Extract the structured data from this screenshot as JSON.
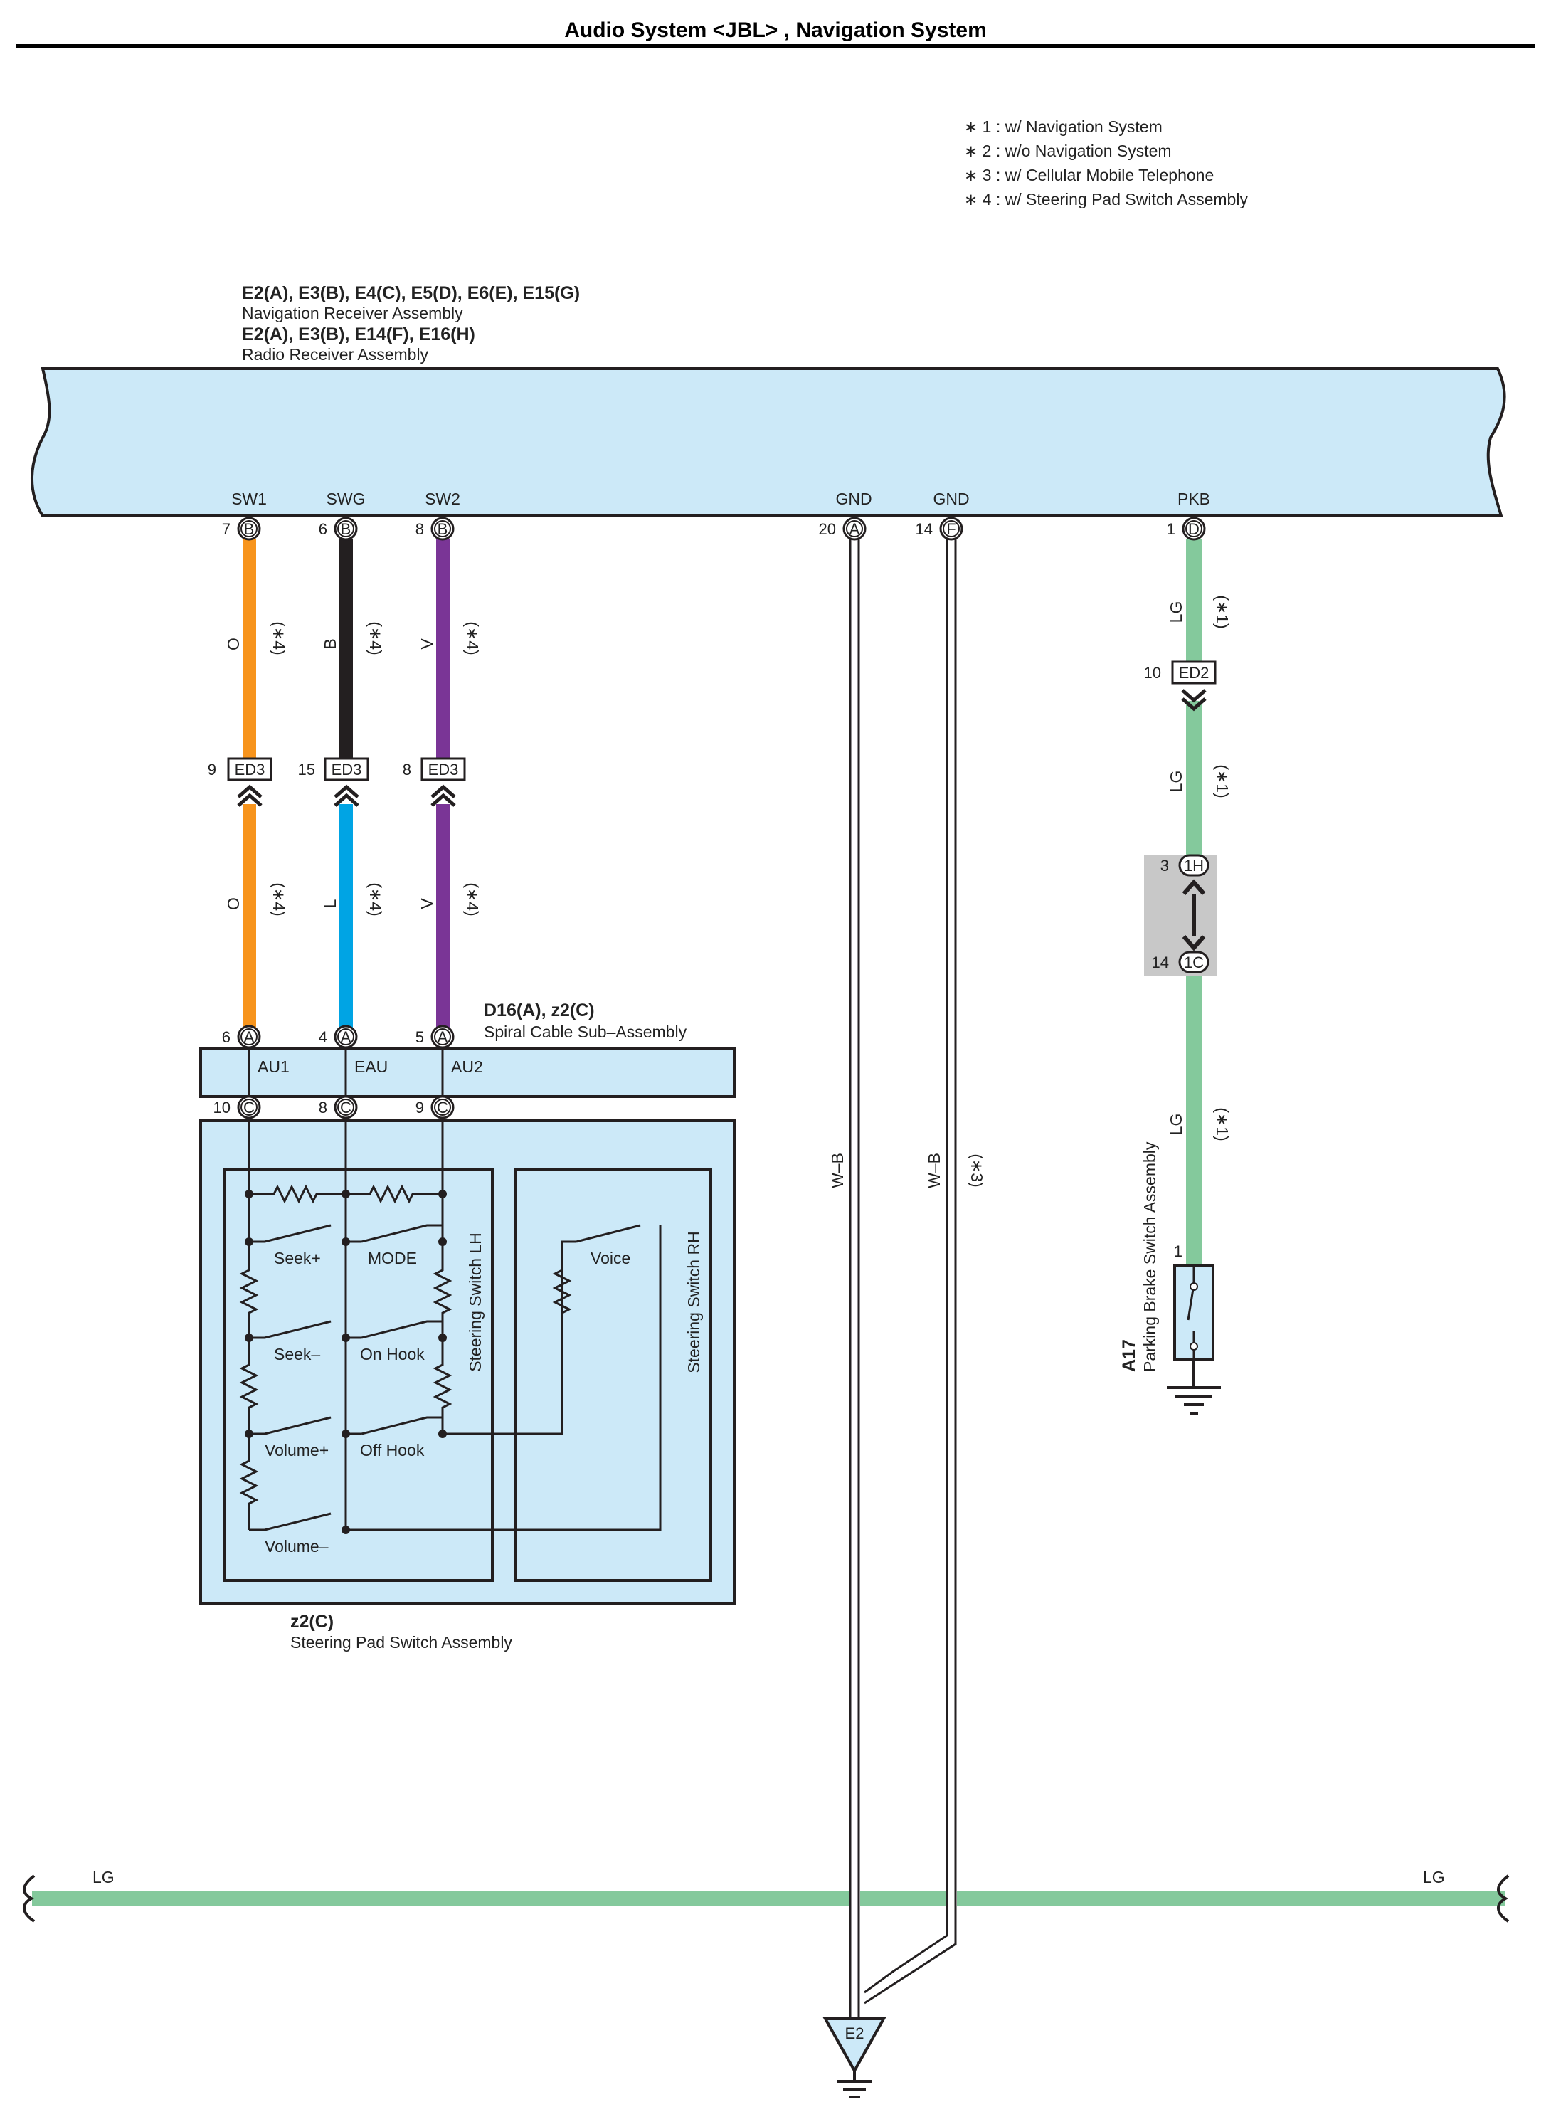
{
  "title": "Audio System <JBL> , Navigation System",
  "notes": [
    "∗ 1 : w/ Navigation System",
    "∗ 2 : w/o Navigation System",
    "∗ 3 : w/ Cellular Mobile Telephone",
    "∗ 4 : w/ Steering Pad Switch Assembly"
  ],
  "receiver": {
    "line1_code": "E2(A), E3(B), E4(C), E5(D), E6(E), E15(G)",
    "line1_name": "Navigation Receiver Assembly",
    "line2_code": "E2(A), E3(B), E14(F), E16(H)",
    "line2_name": "Radio Receiver Assembly",
    "terminals": [
      {
        "name": "SW1",
        "pin": "7",
        "letter": "B"
      },
      {
        "name": "SWG",
        "pin": "6",
        "letter": "B"
      },
      {
        "name": "SW2",
        "pin": "8",
        "letter": "B"
      },
      {
        "name": "GND",
        "pin": "20",
        "letter": "A"
      },
      {
        "name": "GND",
        "pin": "14",
        "letter": "F"
      },
      {
        "name": "PKB",
        "pin": "1",
        "letter": "D"
      }
    ]
  },
  "wires": {
    "sw1_upper": "O",
    "swg_upper": "B",
    "sw2_upper": "V",
    "sw1_lower": "O",
    "swg_lower": "L",
    "sw2_lower": "V",
    "note4": "(∗4)",
    "gnd1": "W–B",
    "gnd2": "W–B",
    "gnd2_note": "(∗3)",
    "pkb_1": "LG",
    "pkb_2": "LG",
    "pkb_3": "LG",
    "note1": "(∗1)",
    "bus_left": "LG",
    "bus_right": "LG"
  },
  "connectors": {
    "ed3": [
      {
        "pin": "9",
        "name": "ED3"
      },
      {
        "pin": "15",
        "name": "ED3"
      },
      {
        "pin": "8",
        "name": "ED3"
      }
    ],
    "ed2": {
      "pin": "10",
      "name": "ED2"
    },
    "j1h": {
      "pin": "3",
      "name": "1H"
    },
    "j1c": {
      "pin": "14",
      "name": "1C"
    }
  },
  "spiral": {
    "code": "D16(A), z2(C)",
    "name": "Spiral Cable Sub–Assembly",
    "top_pins": [
      {
        "pin": "6",
        "letter": "A"
      },
      {
        "pin": "4",
        "letter": "A"
      },
      {
        "pin": "5",
        "letter": "A"
      }
    ],
    "bottom_pins": [
      {
        "pin": "10",
        "letter": "C"
      },
      {
        "pin": "8",
        "letter": "C"
      },
      {
        "pin": "9",
        "letter": "C"
      }
    ],
    "signals": [
      "AU1",
      "EAU",
      "AU2"
    ]
  },
  "steering_pad": {
    "code": "z2(C)",
    "name": "Steering Pad Switch Assembly",
    "lh_label": "Steering Switch LH",
    "rh_label": "Steering Switch RH",
    "switches": [
      "Seek+",
      "MODE",
      "Seek–",
      "On Hook",
      "Volume+",
      "Off Hook",
      "Volume–",
      "Voice"
    ]
  },
  "parking": {
    "code": "A17",
    "name": "Parking Brake Switch Assembly",
    "pin": "1"
  },
  "ground": {
    "name": "E2"
  },
  "colors": {
    "panel": "#cce9f8",
    "orange": "#f7941d",
    "black": "#231f20",
    "blue": "#00a4e4",
    "violet": "#7a3596",
    "lightgreen": "#84c99c",
    "connector_gray": "#c8c8c8"
  }
}
